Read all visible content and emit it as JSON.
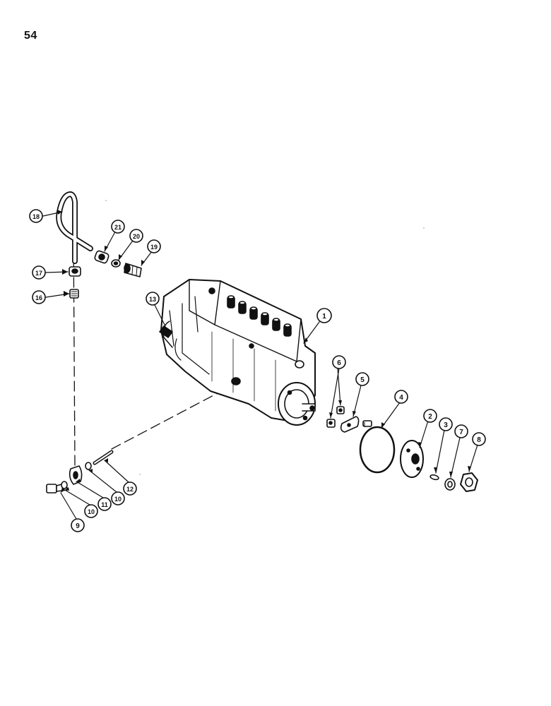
{
  "page": {
    "number": "54"
  },
  "diagram": {
    "callouts": [
      {
        "label": "1"
      },
      {
        "label": "2"
      },
      {
        "label": "3"
      },
      {
        "label": "4"
      },
      {
        "label": "5"
      },
      {
        "label": "6"
      },
      {
        "label": "7"
      },
      {
        "label": "8"
      },
      {
        "label": "9"
      },
      {
        "label": "10"
      },
      {
        "label": "10"
      },
      {
        "label": "11"
      },
      {
        "label": "12"
      },
      {
        "label": "13"
      },
      {
        "label": "16"
      },
      {
        "label": "17"
      },
      {
        "label": "18"
      },
      {
        "label": "19"
      },
      {
        "label": "20"
      },
      {
        "label": "21"
      }
    ]
  }
}
